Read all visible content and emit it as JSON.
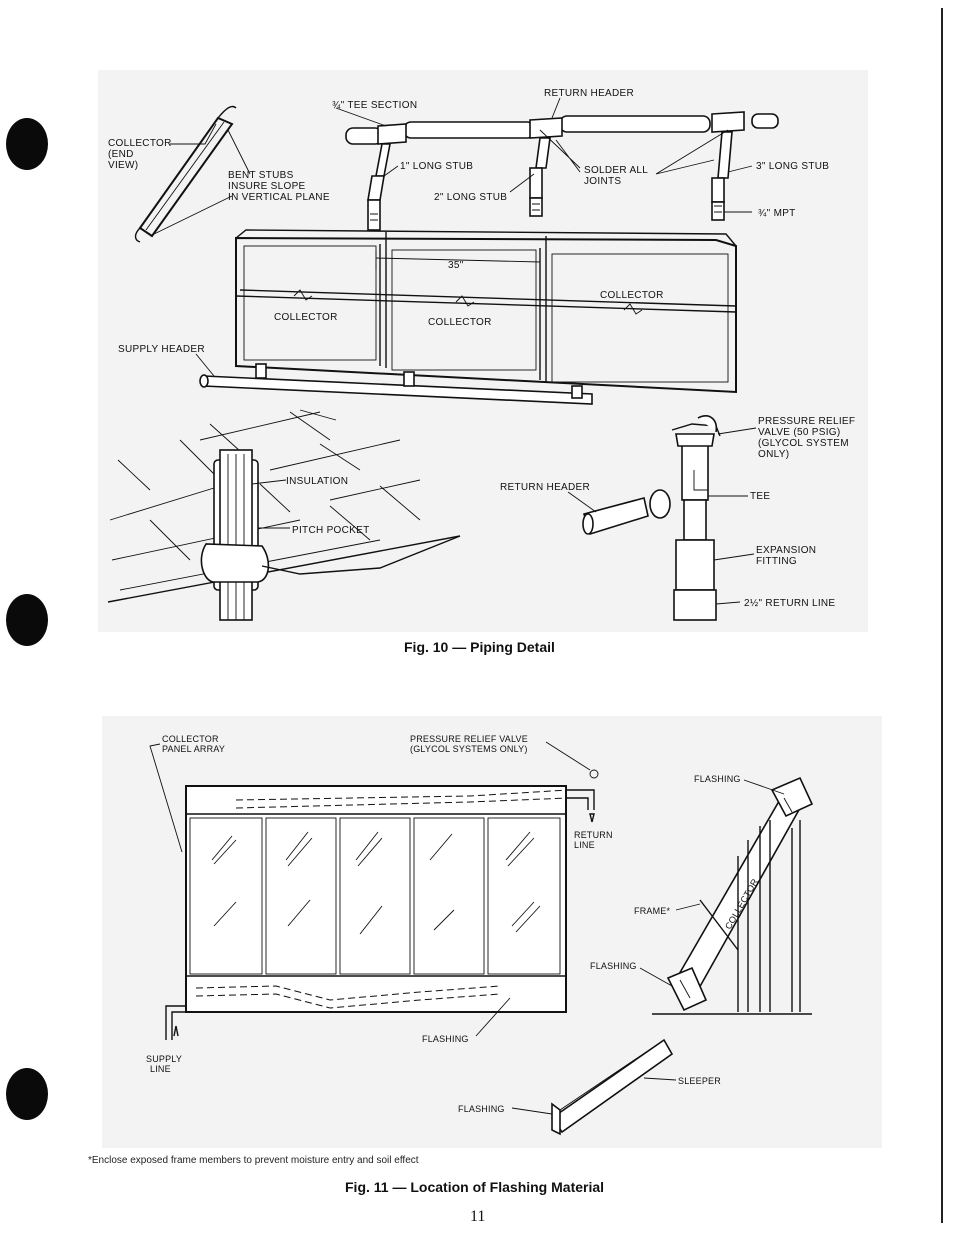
{
  "figure10": {
    "caption": "Fig. 10 — Piping Detail",
    "labels": {
      "collector_end_view": [
        "COLLECTOR",
        "(END",
        "VIEW)"
      ],
      "bent_stubs": [
        "BENT STUBS",
        "INSURE SLOPE",
        "IN VERTICAL PLANE"
      ],
      "tee_section": "¾\" TEE SECTION",
      "return_header_top": "RETURN HEADER",
      "long_stub_1": "1\" LONG STUB",
      "long_stub_2": "2\" LONG STUB",
      "solder": [
        "SOLDER ALL",
        "JOINTS"
      ],
      "long_stub_3": "3\" LONG STUB",
      "mpt": "¾\" MPT",
      "dimension_35": "35\"",
      "collector_left": "COLLECTOR",
      "collector_mid": "COLLECTOR",
      "collector_right": "COLLECTOR",
      "supply_header": "SUPPLY HEADER",
      "insulation": "INSULATION",
      "pitch_pocket": "PITCH POCKET",
      "return_header_detail": "RETURN HEADER",
      "pressure_relief": [
        "PRESSURE RELIEF",
        "VALVE (50 PSIG)",
        "(GLYCOL SYSTEM",
        "ONLY)"
      ],
      "tee": "TEE",
      "expansion_fitting": [
        "EXPANSION",
        "FITTING"
      ],
      "return_line": "2½\" RETURN LINE"
    }
  },
  "figure11": {
    "caption": "Fig. 11 — Location of Flashing Material",
    "labels": {
      "collector_array": [
        "COLLECTOR",
        "PANEL ARRAY"
      ],
      "pressure_relief": [
        "PRESSURE RELIEF VALVE",
        "(GLYCOL SYSTEMS ONLY)"
      ],
      "flashing_top": "FLASHING",
      "return_line": [
        "RETURN",
        "LINE"
      ],
      "collector_side": "COLLECTOR",
      "frame": "FRAME*",
      "flashing_side": "FLASHING",
      "flashing_bottom": "FLASHING",
      "supply_line": [
        "SUPPLY",
        "LINE"
      ],
      "sleeper": "SLEEPER",
      "flashing_sleeper": "FLASHING"
    }
  },
  "footnote": "*Enclose exposed frame members to prevent moisture entry and soil effect",
  "page_number": "11"
}
